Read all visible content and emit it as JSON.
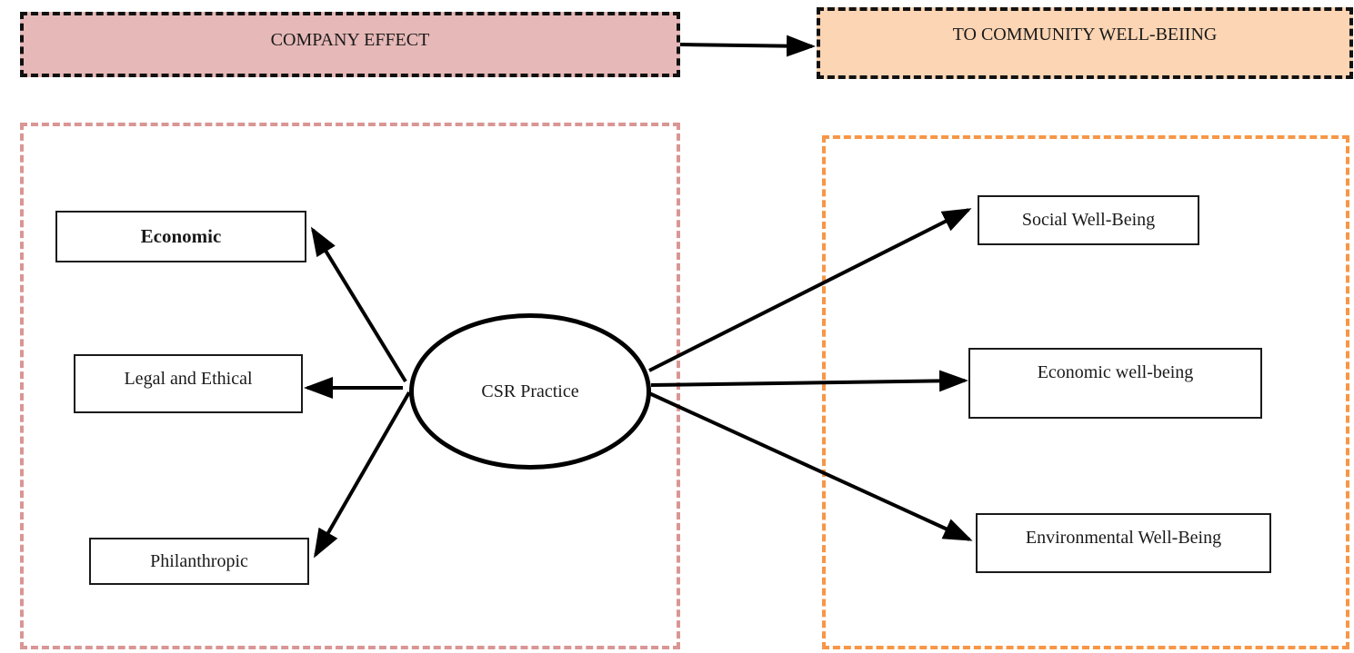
{
  "headers": {
    "left": "COMPANY EFFECT",
    "right": "TO COMMUNITY WELL-BEIING"
  },
  "center": {
    "label": "CSR Practice"
  },
  "company_effects": {
    "economic": "Economic",
    "legal": "Legal and Ethical",
    "philanthropic": "Philanthropic"
  },
  "community_wellbeing": {
    "social": "Social Well-Being",
    "economic": "Economic well-being",
    "environmental": "Environmental Well-Being"
  },
  "colors": {
    "header_left_fill": "#e6b8b7",
    "header_right_fill": "#fcd5b4",
    "frame_left_border": "#d99694",
    "frame_right_border": "#f79646",
    "arrow": "#000000"
  }
}
